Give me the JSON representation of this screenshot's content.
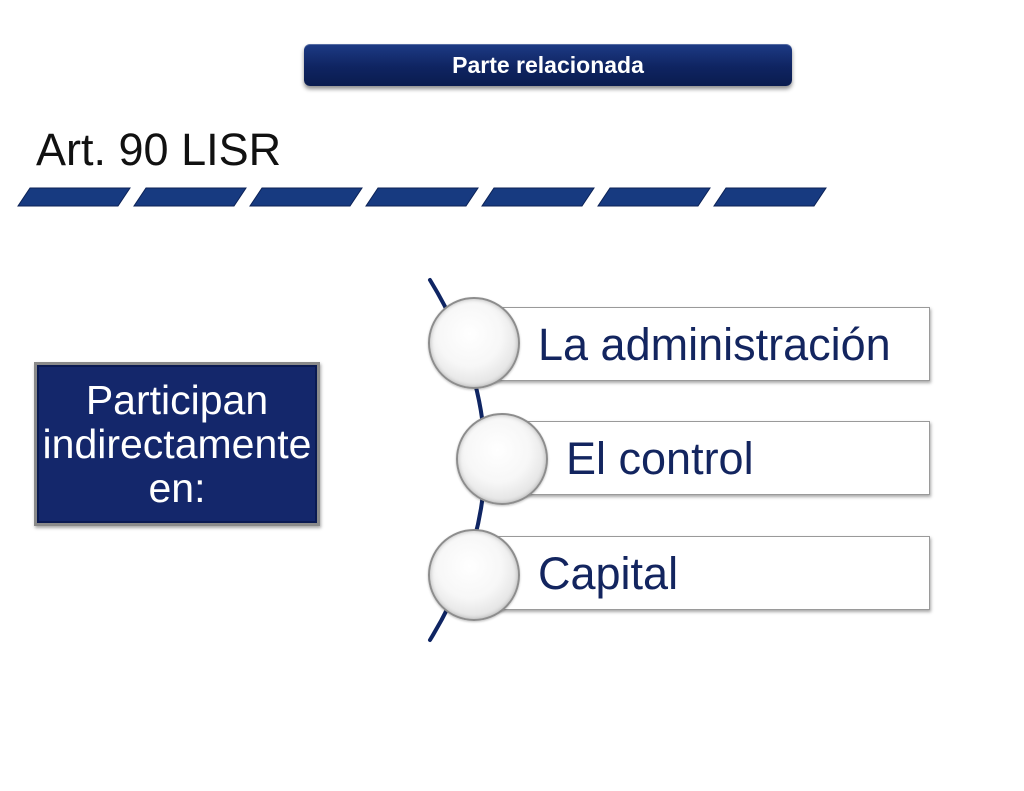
{
  "header": {
    "label": "Parte relacionada"
  },
  "title": "Art. 90 LISR",
  "left_box": {
    "text": "Participan\nindirectamente\nen:"
  },
  "items": [
    {
      "label": "La administración"
    },
    {
      "label": "El control"
    },
    {
      "label": "Capital"
    }
  ],
  "colors": {
    "navy": "#14276b",
    "item_text": "#13255f",
    "dash": "#173a80"
  }
}
